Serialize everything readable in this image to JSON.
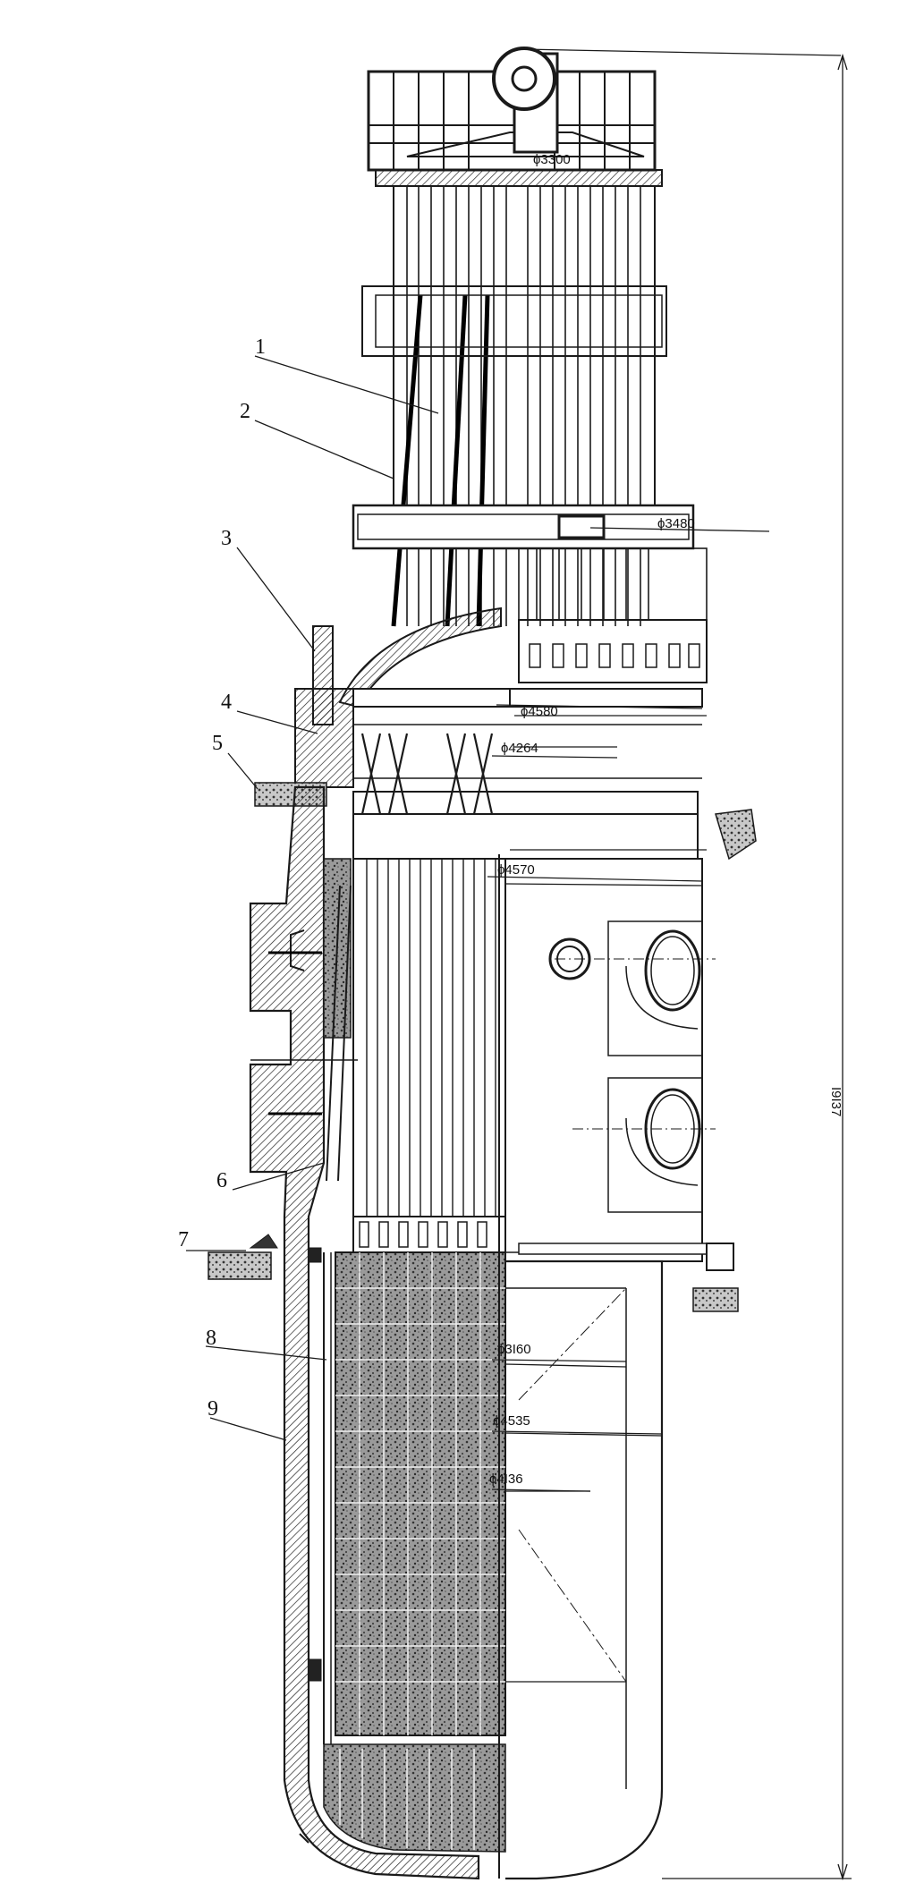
{
  "diagram": {
    "callouts": [
      "1",
      "2",
      "3",
      "4",
      "5",
      "6",
      "7",
      "8",
      "9"
    ],
    "dimensions": {
      "d_top": "ϕ3300",
      "d_upper_plate": "ϕ3480",
      "d_flange": "ϕ4580",
      "d_inner_flange": "ϕ4264",
      "d_upper_shell": "ϕ4570",
      "d_core": "ϕ3I60",
      "d_vessel_outer": "ϕ4535",
      "d_vessel_inner": "ϕ4I36",
      "overall_height": "I9I37"
    }
  }
}
